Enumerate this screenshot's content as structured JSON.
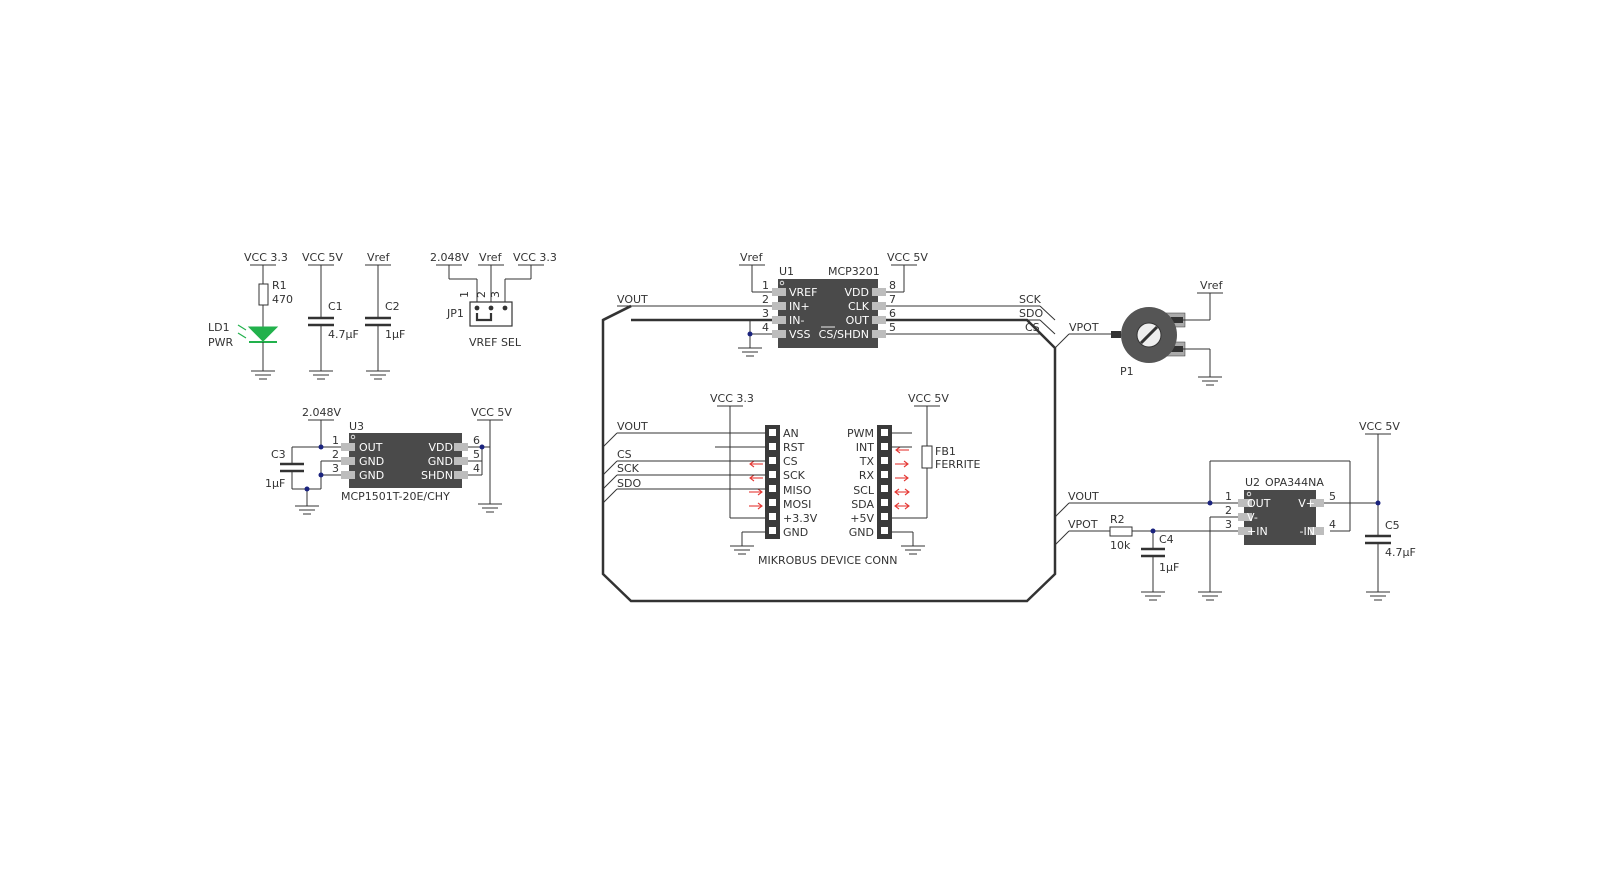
{
  "power": {
    "vcc33_led": "VCC 3.3",
    "vcc5_c1": "VCC 5V",
    "vref_c2": "Vref",
    "jp1_2048": "2.048V",
    "jp1_vref": "Vref",
    "jp1_vcc33": "VCC 3.3",
    "u3_2048": "2.048V",
    "u3_vcc5": "VCC 5V",
    "u1_vref": "Vref",
    "u1_vcc5": "VCC 5V",
    "p1_vref": "Vref",
    "mb_vcc33": "VCC 3.3",
    "mb_vcc5": "VCC 5V",
    "c5_vcc5": "VCC 5V"
  },
  "led_section": {
    "r1_ref": "R1",
    "r1_val": "470",
    "ld1_ref": "LD1",
    "ld1_val": "PWR",
    "c1_ref": "C1",
    "c1_val": "4.7µF",
    "c2_ref": "C2",
    "c2_val": "1µF"
  },
  "jp1": {
    "ref": "JP1",
    "label": "VREF SEL",
    "pins": [
      "1",
      "2",
      "3"
    ]
  },
  "u3": {
    "ref": "U3",
    "part": "MCP1501T-20E/CHY",
    "left_pins": [
      "1",
      "2",
      "3"
    ],
    "left_names": [
      "OUT",
      "GND",
      "GND"
    ],
    "right_pins": [
      "6",
      "5",
      "4"
    ],
    "right_names": [
      "VDD",
      "GND",
      "SHDN"
    ],
    "c3_ref": "C3",
    "c3_val": "1µF"
  },
  "u1": {
    "ref": "U1",
    "part": "MCP3201",
    "left_pins": [
      "1",
      "2",
      "3",
      "4"
    ],
    "left_names": [
      "VREF",
      "IN+",
      "IN-",
      "VSS"
    ],
    "right_pins": [
      "8",
      "7",
      "6",
      "5"
    ],
    "right_names": [
      "VDD",
      "CLK",
      "OUT",
      "CS/SHDN"
    ]
  },
  "nets": {
    "vout_top": "VOUT",
    "sck_top": "SCK",
    "sdo_top": "SDO",
    "cs_top": "CS",
    "vpot_p1": "VPOT",
    "vout_mb": "VOUT",
    "cs_mb": "CS",
    "sck_mb": "SCK",
    "sdo_mb": "SDO",
    "vout_u2": "VOUT",
    "vpot_r2": "VPOT"
  },
  "p1": {
    "ref": "P1"
  },
  "mikrobus": {
    "label": "MIKROBUS DEVICE CONN",
    "left_pins": [
      "AN",
      "RST",
      "CS",
      "SCK",
      "MISO",
      "MOSI",
      "+3.3V",
      "GND"
    ],
    "right_pins": [
      "PWM",
      "INT",
      "TX",
      "RX",
      "SCL",
      "SDA",
      "+5V",
      "GND"
    ],
    "fb1_ref": "FB1",
    "fb1_val": "FERRITE"
  },
  "u2": {
    "ref": "U2",
    "part": "OPA344NA",
    "left_pins": [
      "1",
      "2",
      "3"
    ],
    "left_names": [
      "OUT",
      "V-",
      "+IN"
    ],
    "right_pins": [
      "5",
      "4"
    ],
    "right_names": [
      "V+",
      "-IN"
    ],
    "r2_ref": "R2",
    "r2_val": "10k",
    "c4_ref": "C4",
    "c4_val": "1µF",
    "c5_ref": "C5",
    "c5_val": "4.7µF"
  },
  "colors": {
    "wire": "#333333",
    "chip": "#4a4a4a",
    "pad": "#bdbdbd",
    "junction": "#1a237e",
    "led": "#22b14c",
    "signal_arrow": "#e53935"
  }
}
